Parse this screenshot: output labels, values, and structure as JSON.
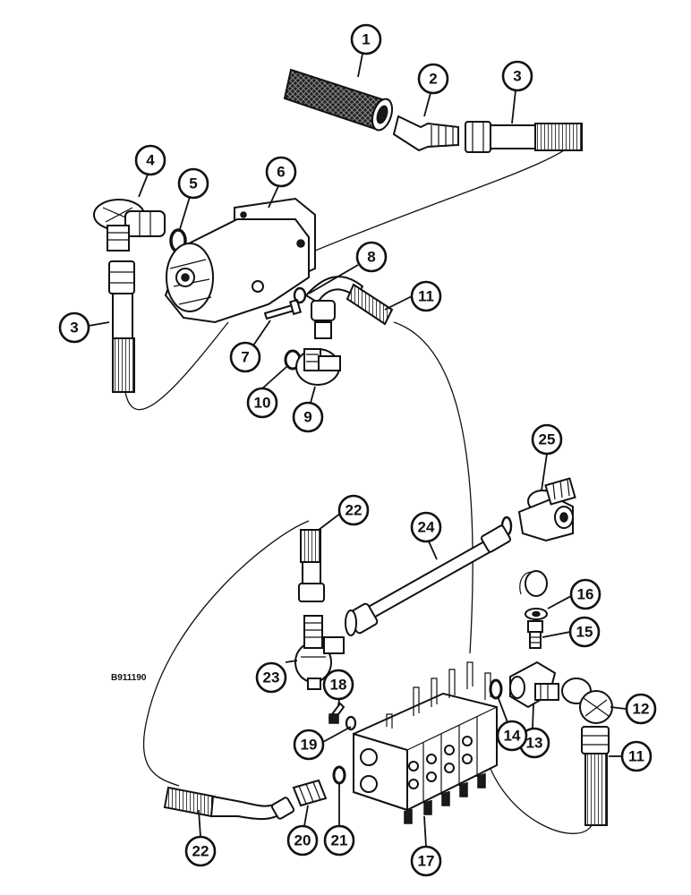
{
  "figure_code": "B911190",
  "callouts": [
    {
      "id": "c1",
      "label": "1"
    },
    {
      "id": "c2",
      "label": "2"
    },
    {
      "id": "c3a",
      "label": "3"
    },
    {
      "id": "c4",
      "label": "4"
    },
    {
      "id": "c5",
      "label": "5"
    },
    {
      "id": "c6",
      "label": "6"
    },
    {
      "id": "c3b",
      "label": "3"
    },
    {
      "id": "c8",
      "label": "8"
    },
    {
      "id": "c11a",
      "label": "11"
    },
    {
      "id": "c7",
      "label": "7"
    },
    {
      "id": "c10",
      "label": "10"
    },
    {
      "id": "c9",
      "label": "9"
    },
    {
      "id": "c25",
      "label": "25"
    },
    {
      "id": "c22a",
      "label": "22"
    },
    {
      "id": "c24",
      "label": "24"
    },
    {
      "id": "c16",
      "label": "16"
    },
    {
      "id": "c15",
      "label": "15"
    },
    {
      "id": "c23",
      "label": "23"
    },
    {
      "id": "c18",
      "label": "18"
    },
    {
      "id": "c13",
      "label": "13"
    },
    {
      "id": "c12",
      "label": "12"
    },
    {
      "id": "c14",
      "label": "14"
    },
    {
      "id": "c19",
      "label": "19"
    },
    {
      "id": "c11b",
      "label": "11"
    },
    {
      "id": "c22b",
      "label": "22"
    },
    {
      "id": "c20",
      "label": "20"
    },
    {
      "id": "c21",
      "label": "21"
    },
    {
      "id": "c17",
      "label": "17"
    }
  ]
}
